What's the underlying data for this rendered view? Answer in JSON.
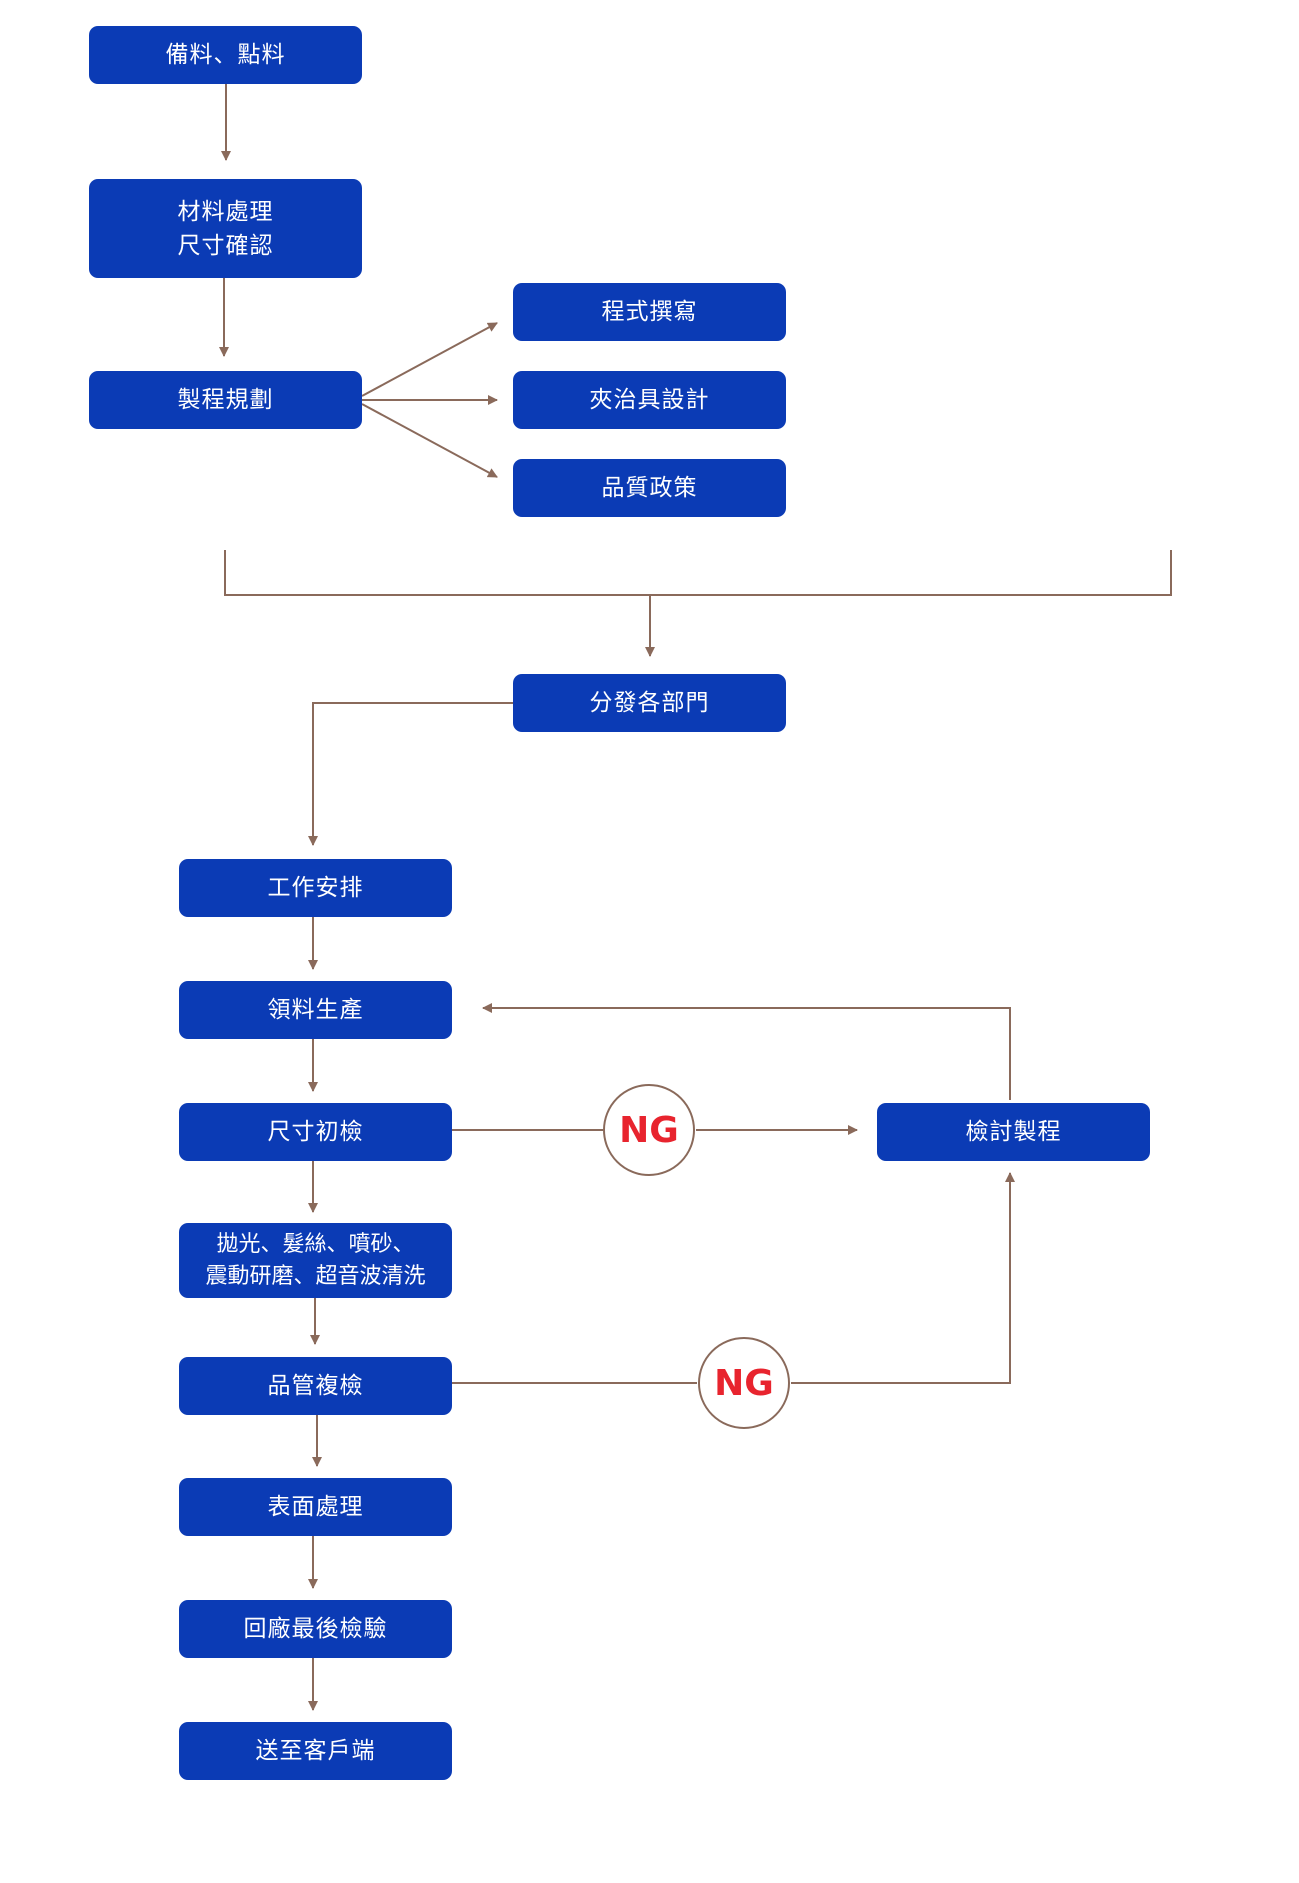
{
  "colors": {
    "box": "#0b3bb5",
    "box_text": "#ffffff",
    "line": "#8a6a5b",
    "ng_text": "#e8242e"
  },
  "steps": {
    "prep": "備料、點料",
    "material": [
      "材料處理",
      "尺寸確認"
    ],
    "planning": "製程規劃",
    "programming": "程式撰寫",
    "fixture": "夾治具設計",
    "quality_policy": "品質政策",
    "distribute": "分發各部門",
    "schedule": "工作安排",
    "production": "領料生產",
    "first_inspection": "尺寸初檢",
    "finishing": [
      "拋光、髮絲、噴砂、",
      "震動研磨、超音波清洗"
    ],
    "qc_recheck": "品管複檢",
    "surface": "表面處理",
    "final_inspection": "回廠最後檢驗",
    "delivery": "送至客戶端",
    "review": "檢討製程"
  },
  "ng_labels": [
    "NG",
    "NG"
  ]
}
